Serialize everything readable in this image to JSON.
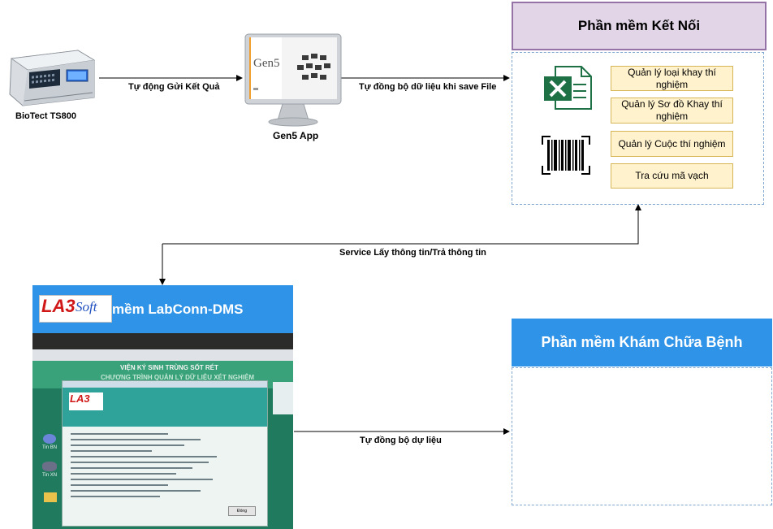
{
  "devices": {
    "reader_label": "BioTect TS800",
    "gen5_label": "Gen5 App",
    "gen5_screen_text": "Gen5"
  },
  "arrows": {
    "send_results": "Tự động Gửi Kết Quả",
    "sync_on_save": "Tự đồng bộ dữ liệu khi save File",
    "service": "Service Lấy thông tin/Trả thông tin",
    "sync_data": "Tự đồng bộ dự liệu"
  },
  "connect_software": {
    "title": "Phần mềm Kết Nối",
    "items": [
      "Quản lý loại khay thí nghiệm",
      "Quản lý Sơ đồ Khay thí nghiệm",
      "Quản lý Cuộc thí nghiệm",
      "Tra cứu mã vạch"
    ]
  },
  "labconn": {
    "title": "mềm LabConn-DMS",
    "logo_text": "LA3",
    "logo_script": "Soft",
    "screen_title1": "VIỆN KÝ SINH TRÙNG SỐT RÉT",
    "screen_title2": "CHƯƠNG TRÌNH QUẢN LÝ DỮ LIỆU XÉT NGHIỆM",
    "desktop_icons": [
      "Tin BN",
      "Tin XN"
    ],
    "ok_button": "Đóng"
  },
  "clinic_software": {
    "title": "Phần mềm Khám Chữa Bệnh"
  },
  "colors": {
    "header_blue": "#2f93e8",
    "connect_header_bg": "#e1d5e7",
    "connect_header_border": "#9673a6",
    "box_fill": "#fff2cc",
    "box_border": "#d6b656"
  }
}
